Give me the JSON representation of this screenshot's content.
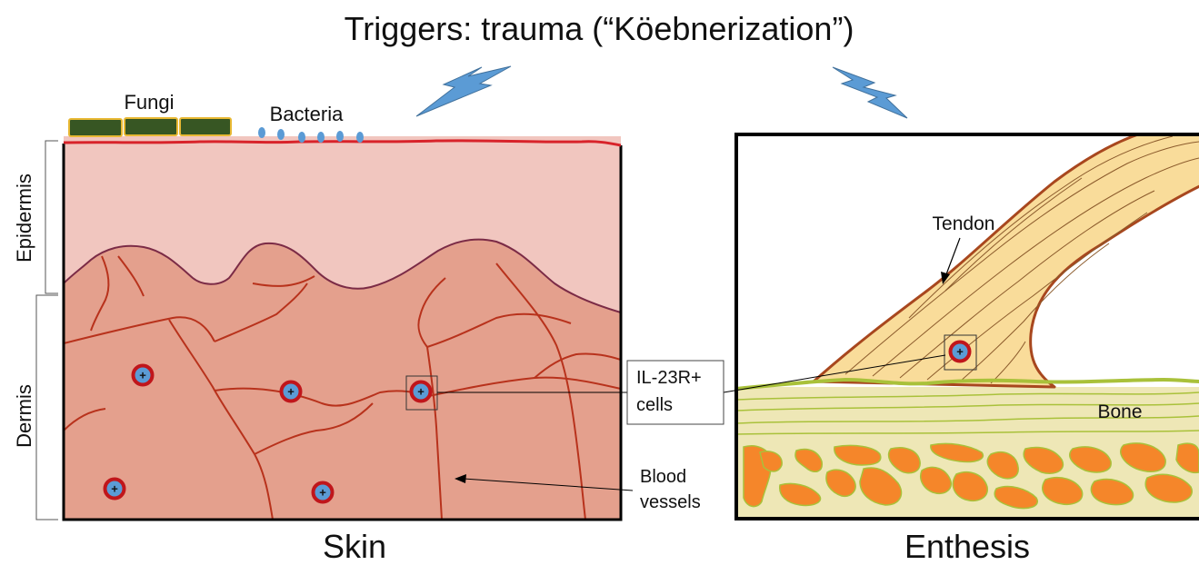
{
  "title": "Triggers: trauma (“Köebnerization”)",
  "skin": {
    "caption": "Skin",
    "fungi_label": "Fungi",
    "bacteria_label": "Bacteria",
    "epidermis_label": "Epidermis",
    "dermis_label": "Dermis",
    "blood_vessels_label_line1": "Blood",
    "blood_vessels_label_line2": "vessels"
  },
  "callout": {
    "line1": "IL-23R+",
    "line2": "cells"
  },
  "enthesis": {
    "caption": "Enthesis",
    "tendon_label": "Tendon",
    "bone_label": "Bone"
  },
  "cell_symbol": "+",
  "colors": {
    "epidermis": "#f1c6bf",
    "dermis": "#e4a08d",
    "vessel": "#b8321c",
    "surface_line": "#d8232a",
    "fungi": "#375623",
    "fungi_border": "#e8b833",
    "bacteria": "#5b9bd5",
    "lightning": "#5b9bd5",
    "tendon": "#f9dc9a",
    "tendon_border": "#a8471e",
    "bone_cortex": "#eee7b6",
    "bone_line": "#a9c13a",
    "marrow": "#f5862a",
    "cell_ring": "#c0161b",
    "cell_core": "#5b9bd5"
  }
}
